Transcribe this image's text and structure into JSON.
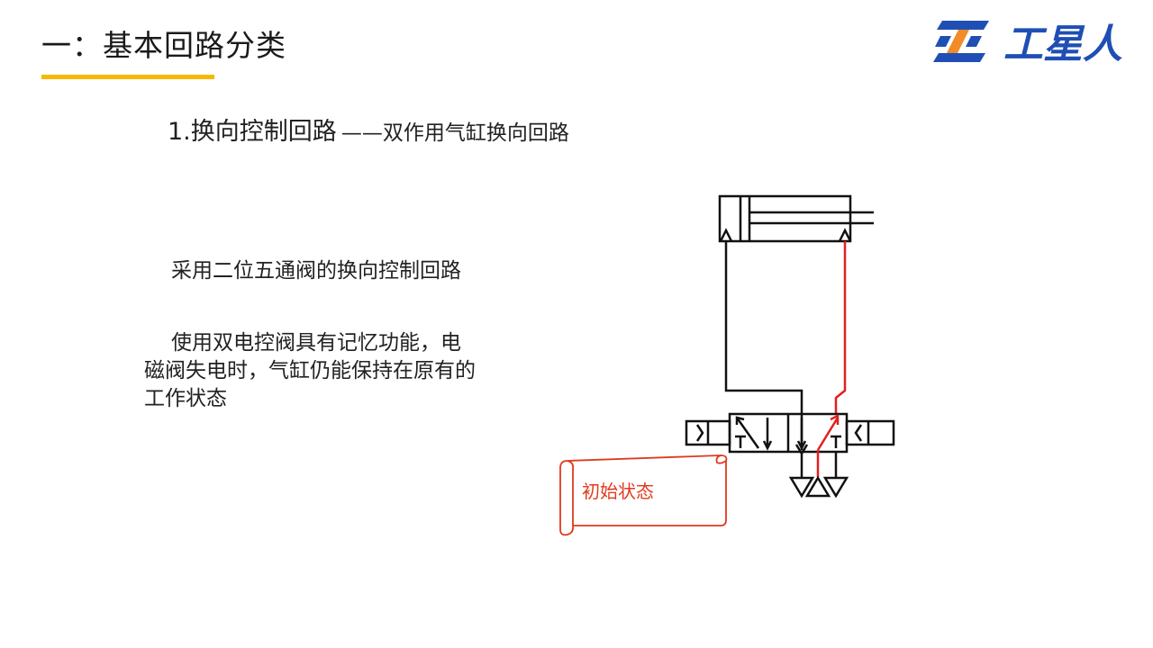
{
  "header": {
    "title": "一：基本回路分类",
    "underline_color": "#F5B800",
    "logo_text": "工星人",
    "logo_color": "#1F4FB4",
    "logo_accent": "#F28C28"
  },
  "section": {
    "title_main": "1.换向控制回路",
    "title_sub": "——双作用气缸换向回路"
  },
  "body": {
    "paragraph1": "采用二位五通阀的换向控制回路",
    "paragraph2": "使用双电控阀具有记忆功能，电磁阀失电时，气缸仍能保持在原有的工作状态"
  },
  "diagram": {
    "callout_label": "初始状态",
    "callout_color": "#E03A1E",
    "active_line_color": "#E02020",
    "line_color": "#111111"
  }
}
